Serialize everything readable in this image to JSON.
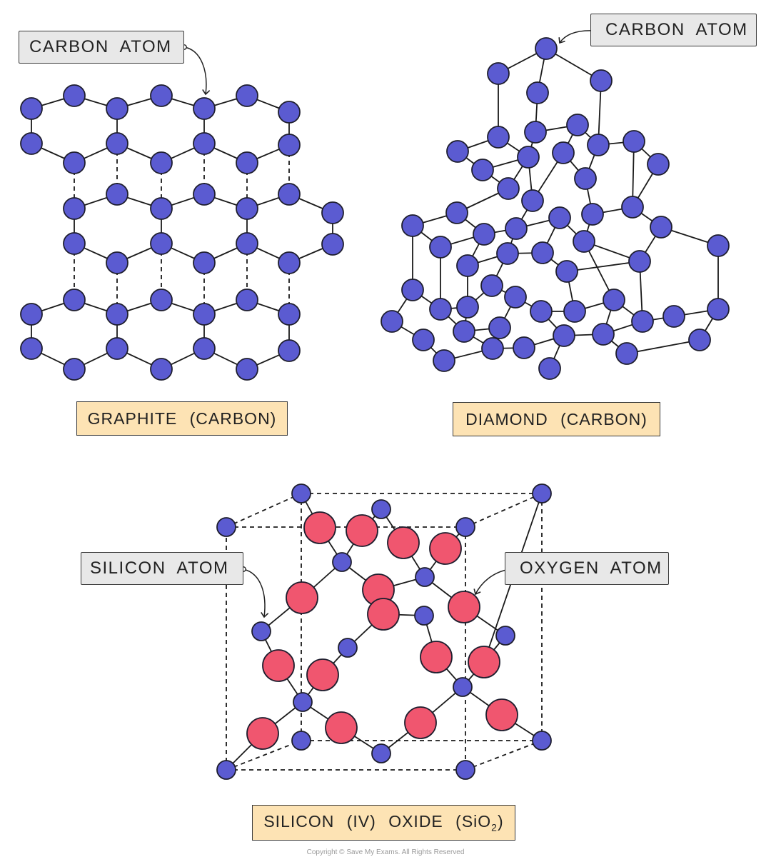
{
  "graphite": {
    "label": "CARBON ATOM",
    "caption": "GRAPHITE (CARBON)"
  },
  "diamond": {
    "label": "CARBON ATOM",
    "caption": "DIAMOND (CARBON)"
  },
  "silica": {
    "silicon_label": "SILICON ATOM",
    "oxygen_label": "OXYGEN ATOM",
    "caption_main": "SILICON (IV) OXIDE (SiO",
    "caption_sub": "2",
    "caption_end": ")"
  },
  "copyright": "Copyright © Save My Exams. All Rights Reserved",
  "colors": {
    "carbon_atom": "#5b5bd1",
    "silicon_atom": "#5b5bd1",
    "oxygen_atom": "#f0566f",
    "label_bg": "#e8e8e8",
    "caption_bg": "#fde3b4",
    "outline": "#1e1e2e"
  }
}
